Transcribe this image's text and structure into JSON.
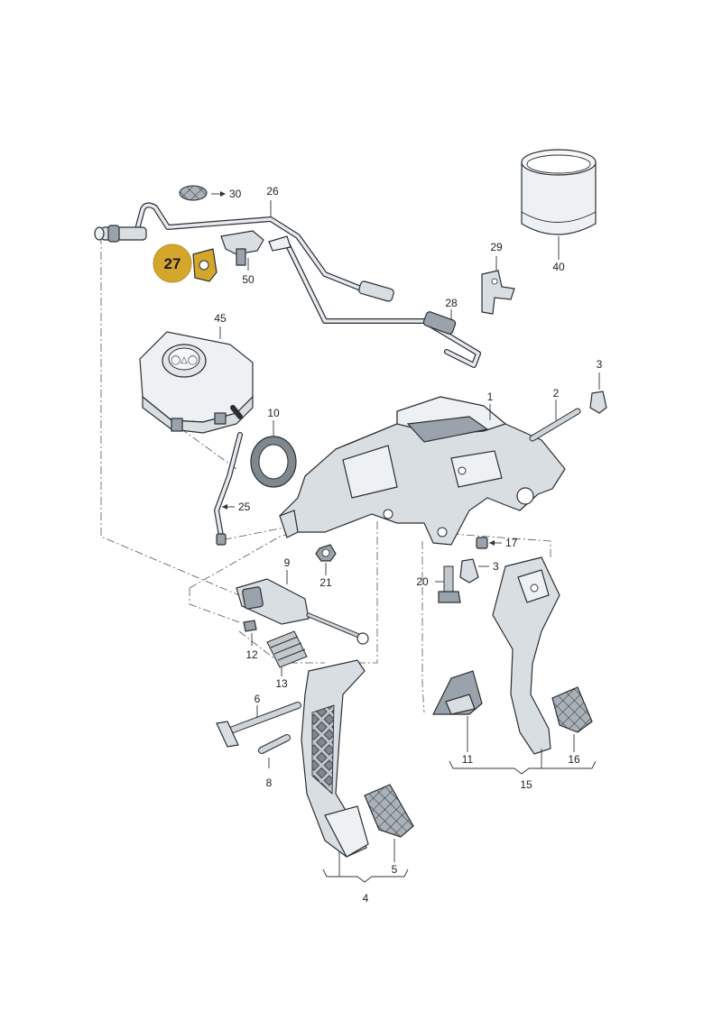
{
  "diagram": {
    "highlight_color": "#d4a72c",
    "highlighted_part": "27",
    "labels": {
      "p1": "1",
      "p2": "2",
      "p3a": "3",
      "p3b": "3",
      "p4": "4",
      "p5": "5",
      "p6": "6",
      "p8": "8",
      "p9": "9",
      "p10": "10",
      "p11": "11",
      "p12": "12",
      "p13": "13",
      "p15": "15",
      "p16": "16",
      "p17": "17",
      "p20": "20",
      "p21": "21",
      "p25": "25",
      "p26": "26",
      "p27": "27",
      "p28": "28",
      "p29": "29",
      "p30": "30",
      "p40": "40",
      "p45": "45",
      "p50": "50"
    }
  }
}
